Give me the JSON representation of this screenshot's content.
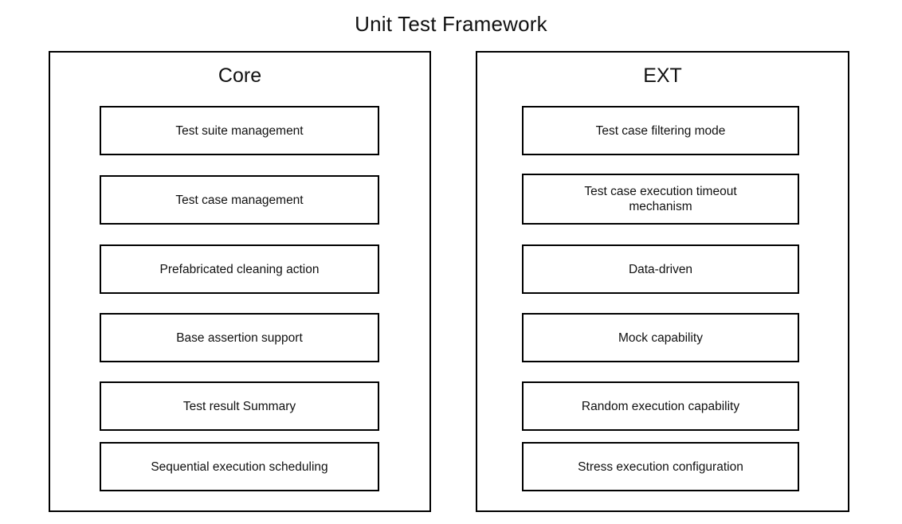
{
  "diagram": {
    "title": "Unit Test Framework",
    "type": "block-diagram",
    "panels": [
      {
        "id": "core",
        "title": "Core",
        "items": [
          {
            "label": "Test suite management"
          },
          {
            "label": "Test case management"
          },
          {
            "label": "Prefabricated cleaning action"
          },
          {
            "label": "Base assertion support"
          },
          {
            "label": "Test result Summary"
          },
          {
            "label": "Sequential execution scheduling"
          }
        ]
      },
      {
        "id": "ext",
        "title": "EXT",
        "items": [
          {
            "label": "Test case filtering mode"
          },
          {
            "label": "Test case execution timeout\nmechanism"
          },
          {
            "label": "Data-driven"
          },
          {
            "label": "Mock capability"
          },
          {
            "label": "Random execution capability"
          },
          {
            "label": "Stress execution configuration"
          }
        ]
      }
    ],
    "colors": {
      "background": "#ffffff",
      "border": "#000000",
      "text": "#111111"
    }
  }
}
